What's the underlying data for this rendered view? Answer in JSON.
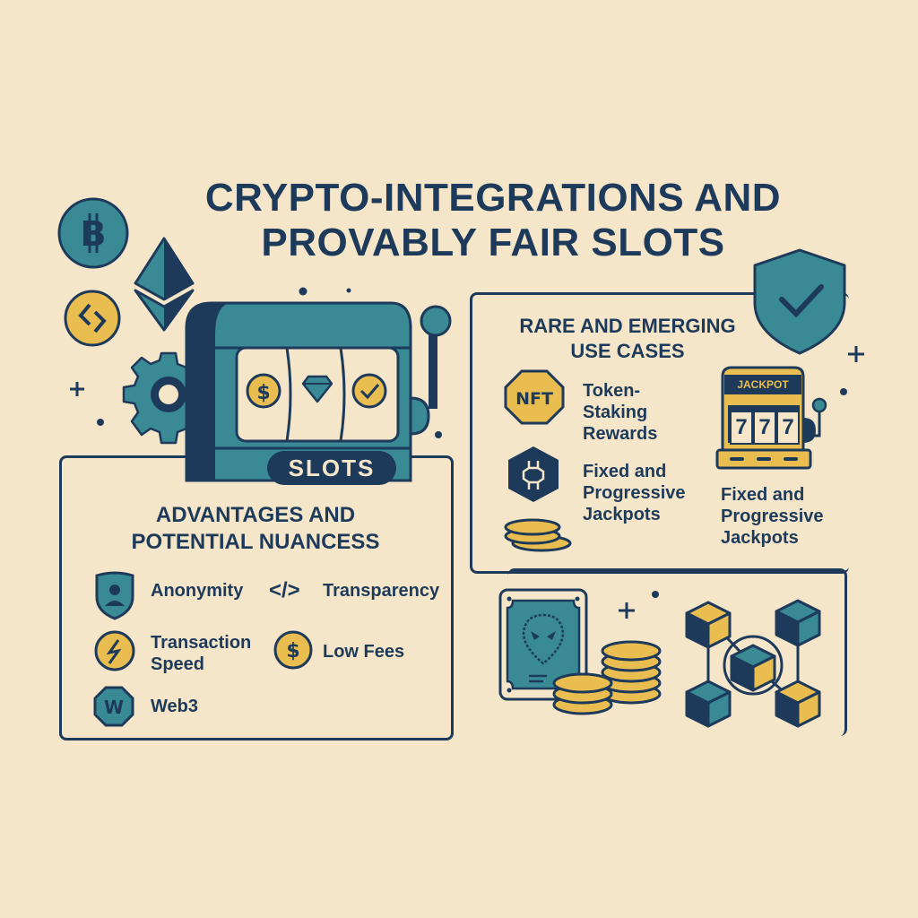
{
  "title": {
    "line1": "CRYPTO-INTEGRATIONS AND",
    "line2": "PROVABLY FAIR SLOTS"
  },
  "colors": {
    "background": "#f5e6c9",
    "navy": "#1d3a5a",
    "teal": "#3a8a96",
    "gold": "#e9bd4f"
  },
  "slot_machine": {
    "badge_label": "SLOTS",
    "reels": [
      "dollar-coin",
      "diamond",
      "check-coin"
    ]
  },
  "decorations": {
    "crypto_icons": [
      "bitcoin-coin",
      "ethereum-logo",
      "binance-coin"
    ],
    "gear": "gear-icon",
    "shield": "shield-check-icon"
  },
  "advantages": {
    "title_line1": "ADVANTAGES AND",
    "title_line2": "POTENTIAL NUANCESS",
    "items": [
      {
        "label": "Anonymity",
        "icon": "shield-user-icon"
      },
      {
        "label": "Transparency",
        "icon": "code-icon"
      },
      {
        "label_line1": "Transaction",
        "label_line2": "Speed",
        "icon": "lightning-coin-icon"
      },
      {
        "label": "Low Fees",
        "icon": "dollar-coin-icon"
      },
      {
        "label": "Web3",
        "icon": "web3-octagon-icon"
      }
    ]
  },
  "use_cases": {
    "title_line1": "RARE AND EMERGING",
    "title_line2": "USE CASES",
    "items": [
      {
        "label_line1": "Token-",
        "label_line2": "Staking",
        "label_line3": "Rewards",
        "icon": "nft-octagon-icon",
        "icon_text": "NFT"
      },
      {
        "label_line1": "Fixed and",
        "label_line2": "Progressive",
        "label_line3": "Jackpots",
        "icon": "blockchain-hexagon-icon"
      }
    ],
    "jackpot_machine": {
      "header": "JACKPOT",
      "reels": [
        "7",
        "7",
        "7"
      ],
      "label_line1": "Fixed and",
      "label_line2": "Progressive",
      "label_line3": "Jackpots"
    }
  },
  "bottom_panel": {
    "icons": [
      "nft-card-icon",
      "coin-stacks-icon",
      "blockchain-cubes-icon"
    ]
  }
}
